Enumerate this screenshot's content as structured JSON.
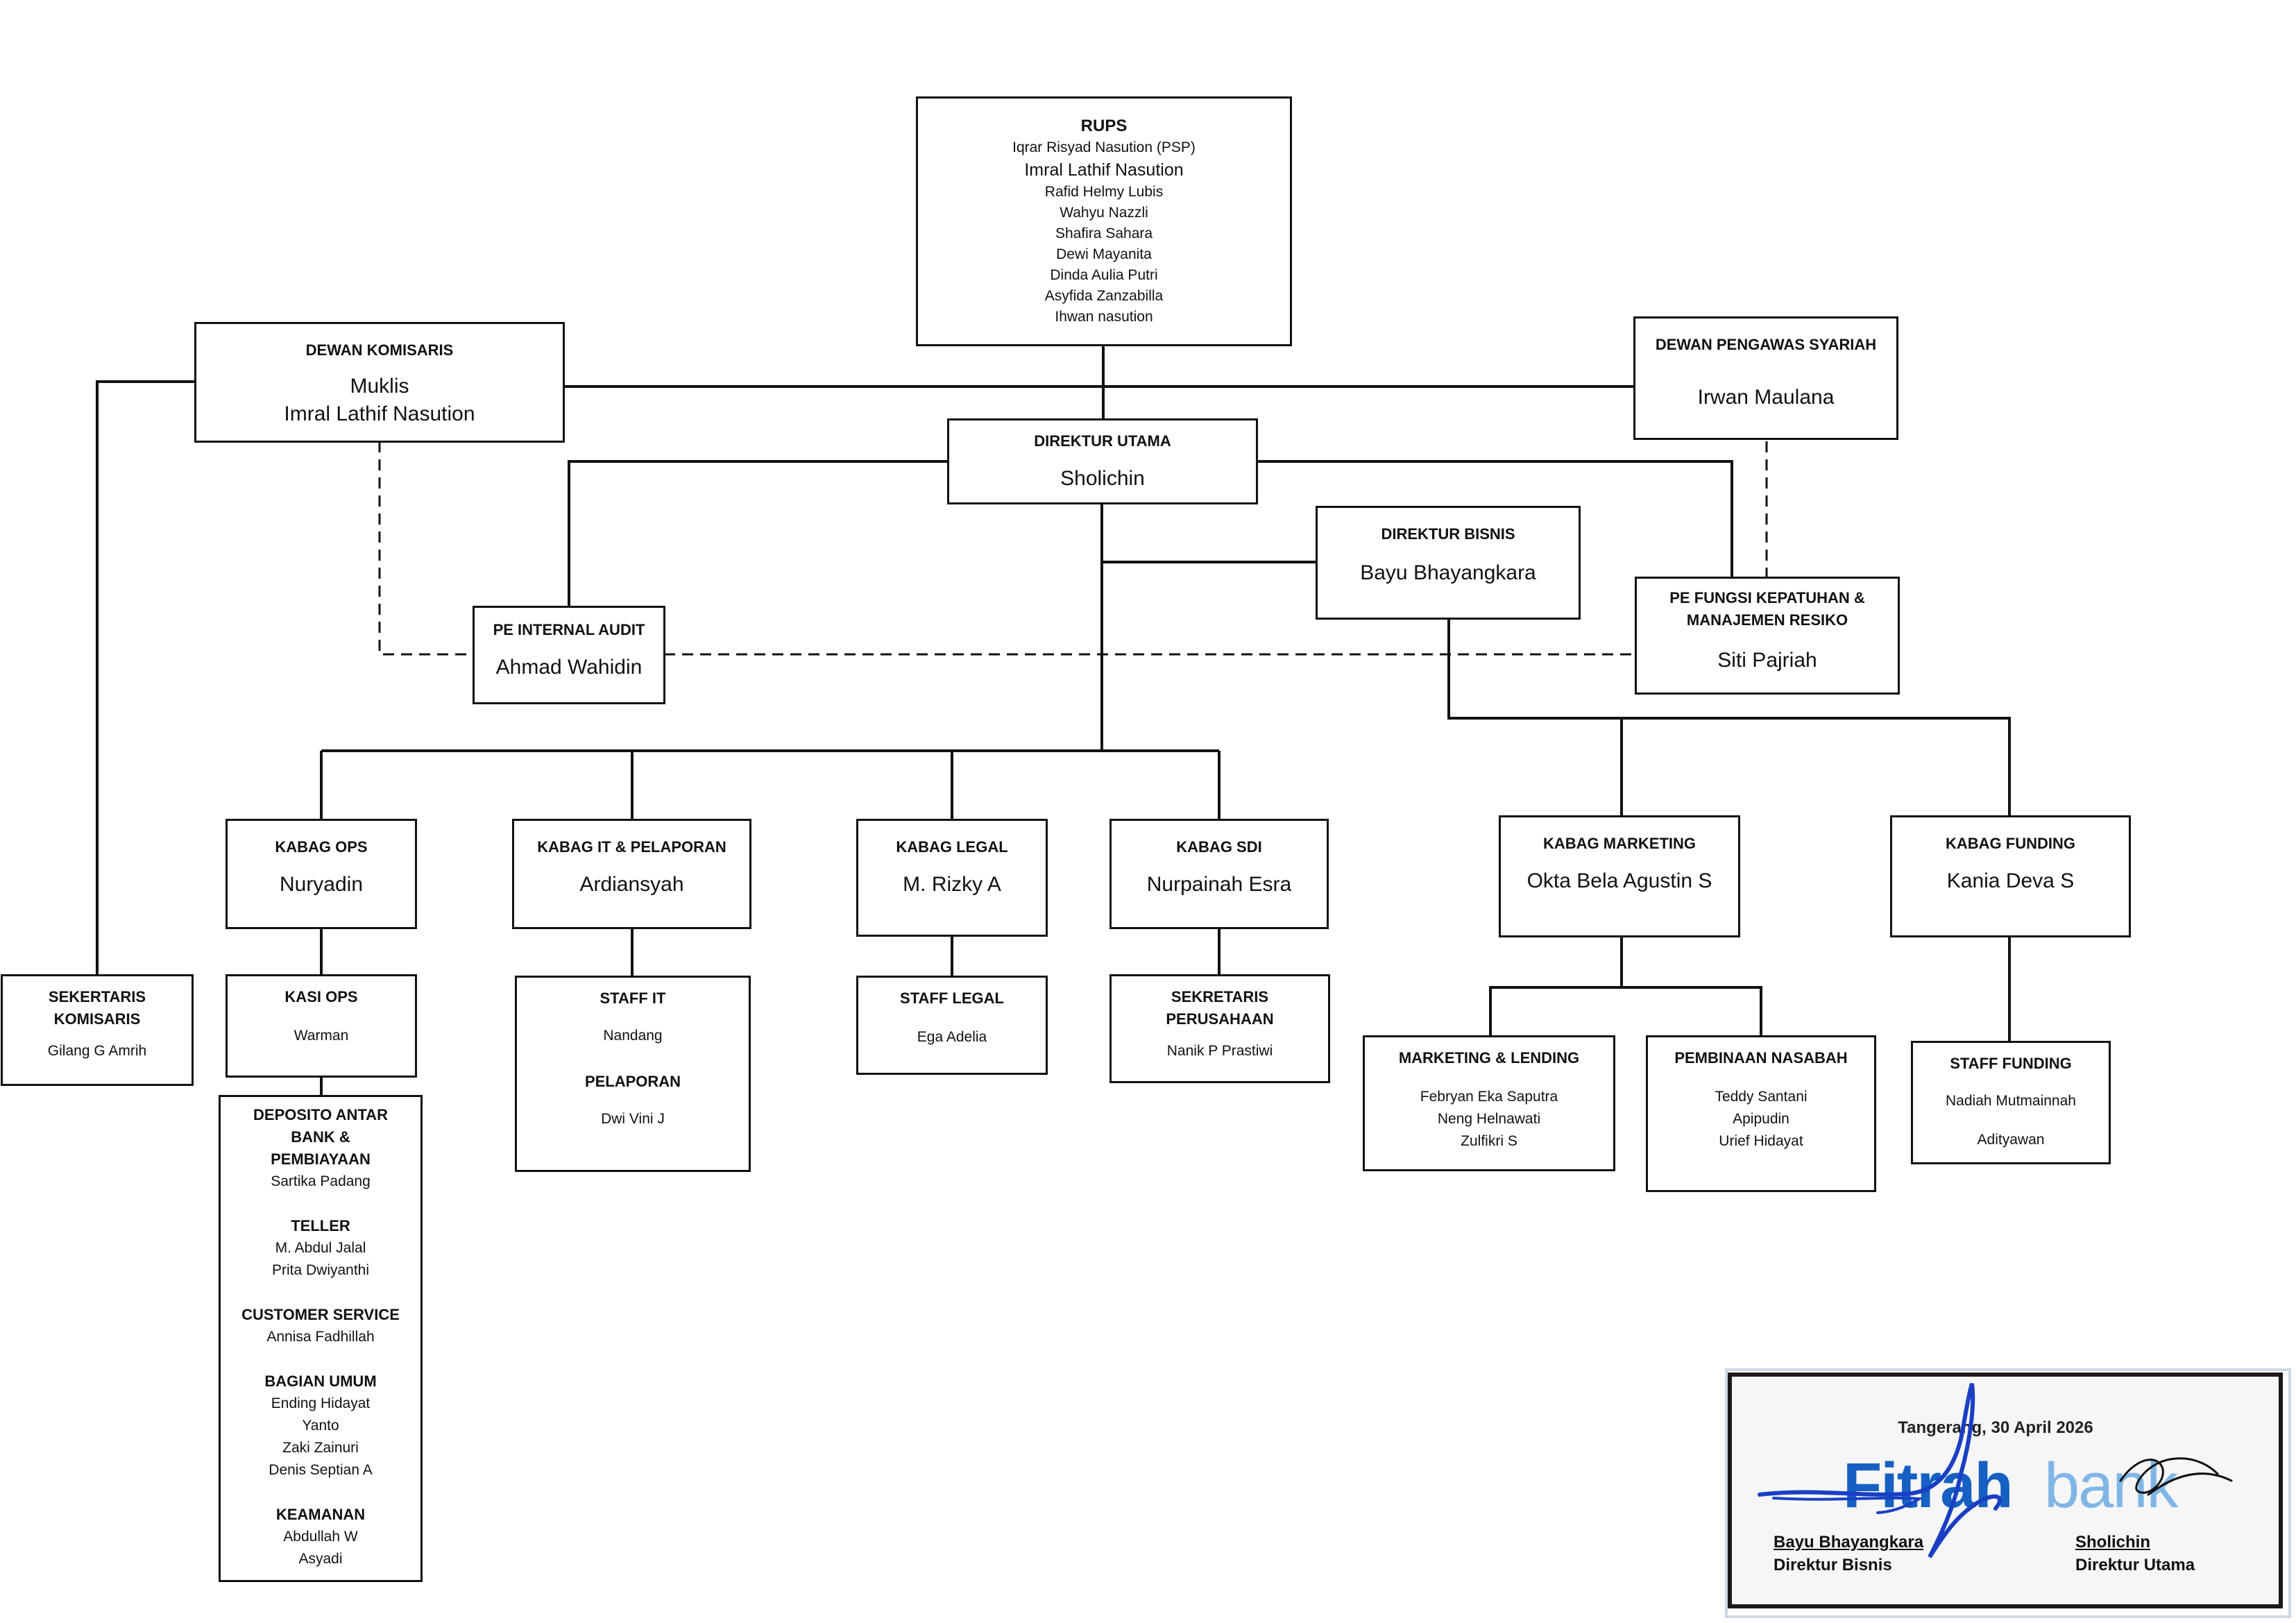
{
  "rups": {
    "title": "RUPS",
    "members": [
      "Iqrar Risyad Nasution (PSP)",
      "Imral Lathif Nasution",
      "Rafid Helmy Lubis",
      "Wahyu Nazzli",
      "Shafira Sahara",
      "Dewi Mayanita",
      "Dinda Aulia Putri",
      "Asyfida Zanzabilla",
      "Ihwan nasution"
    ]
  },
  "dewan_komisaris": {
    "title": "DEWAN KOMISARIS",
    "names": [
      "Muklis",
      "Imral Lathif Nasution"
    ]
  },
  "dewan_pengawas_syariah": {
    "title": "DEWAN PENGAWAS SYARIAH",
    "name": "Irwan Maulana"
  },
  "direktur_utama": {
    "title": "DIREKTUR UTAMA",
    "name": "Sholichin"
  },
  "direktur_bisnis": {
    "title": "DIREKTUR BISNIS",
    "name": "Bayu Bhayangkara"
  },
  "pe_internal_audit": {
    "title": "PE INTERNAL AUDIT",
    "name": "Ahmad Wahidin"
  },
  "pe_fungsi_kepatuhan": {
    "title": "PE FUNGSI KEPATUHAN  &\nMANAJEMEN RESIKO",
    "name": "Siti Pajriah"
  },
  "kabag_ops": {
    "title": "KABAG OPS",
    "name": "Nuryadin"
  },
  "kabag_it": {
    "title": "KABAG  IT & PELAPORAN",
    "name": "Ardiansyah"
  },
  "kabag_legal": {
    "title": "KABAG LEGAL",
    "name": "M. Rizky A"
  },
  "kabag_sdi": {
    "title": "KABAG  SDI",
    "name": "Nurpainah Esra"
  },
  "kabag_marketing": {
    "title": "KABAG MARKETING",
    "name": "Okta Bela Agustin S"
  },
  "kabag_funding": {
    "title": "KABAG FUNDING",
    "name": "Kania Deva S"
  },
  "sekertaris_komisaris": {
    "title": "SEKERTARIS\nKOMISARIS",
    "name": "Gilang G Amrih"
  },
  "kasi_ops": {
    "title": "KASI OPS",
    "name": "Warman"
  },
  "staff_it": {
    "title": "STAFF IT",
    "name": "Nandang",
    "title2": "PELAPORAN",
    "name2": "Dwi Vini J"
  },
  "staff_legal": {
    "title": "STAFF LEGAL",
    "name": "Ega Adelia"
  },
  "sekretaris_perusahaan": {
    "title": "SEKRETARIS\nPERUSAHAAN",
    "name": "Nanik P Prastiwi"
  },
  "marketing_lending": {
    "title": "MARKETING & LENDING",
    "names": [
      "Febryan Eka Saputra",
      "Neng Helnawati",
      "Zulfikri S"
    ]
  },
  "pembinaan_nasabah": {
    "title": "PEMBINAAN NASABAH",
    "names": [
      "Teddy Santani",
      "Apipudin",
      "Urief Hidayat"
    ]
  },
  "staff_funding": {
    "title": "STAFF FUNDING",
    "names": [
      "Nadiah Mutmainnah",
      "Adityawan"
    ]
  },
  "operations_staff": {
    "deposito_title": "DEPOSITO ANTAR\nBANK &\nPEMBIAYAAN",
    "deposito_names": [
      "Sartika Padang"
    ],
    "teller_title": "TELLER",
    "teller_names": [
      "M. Abdul Jalal",
      "Prita Dwiyanthi"
    ],
    "cs_title": "CUSTOMER SERVICE",
    "cs_names": [
      "Annisa Fadhillah"
    ],
    "umum_title": "BAGIAN UMUM",
    "umum_names": [
      "Ending Hidayat",
      "Yanto",
      "Zaki Zainuri",
      "Denis Septian A"
    ],
    "keamanan_title": "KEAMANAN",
    "keamanan_names": [
      "Abdullah W",
      "Asyadi"
    ]
  },
  "approval": {
    "date": "Tangerang, 30 April 2026",
    "logo_part1": "Fitrah",
    "logo_part2": "bank",
    "signer1_name": "Bayu Bhayangkara",
    "signer1_role": "Direktur  Bisnis",
    "signer2_name": "Sholichin",
    "signer2_role": "Direktur  Utama",
    "logo_color": "#1560c2",
    "logo_color_light": "#7fb6e6",
    "signature_color": "#1a3fc4"
  }
}
